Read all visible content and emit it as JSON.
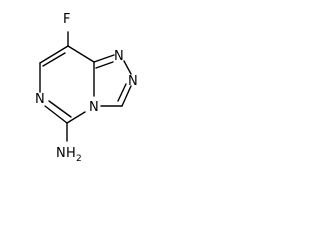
{
  "structure": {
    "atoms": {
      "fluorine": "F",
      "n_triazole_top": "N",
      "n_triazole_right": "N",
      "n_bridgehead": "N",
      "n_pyrimidine": "N",
      "amine_n": "N",
      "amine_h": "H",
      "amine_h_count": "2"
    }
  }
}
